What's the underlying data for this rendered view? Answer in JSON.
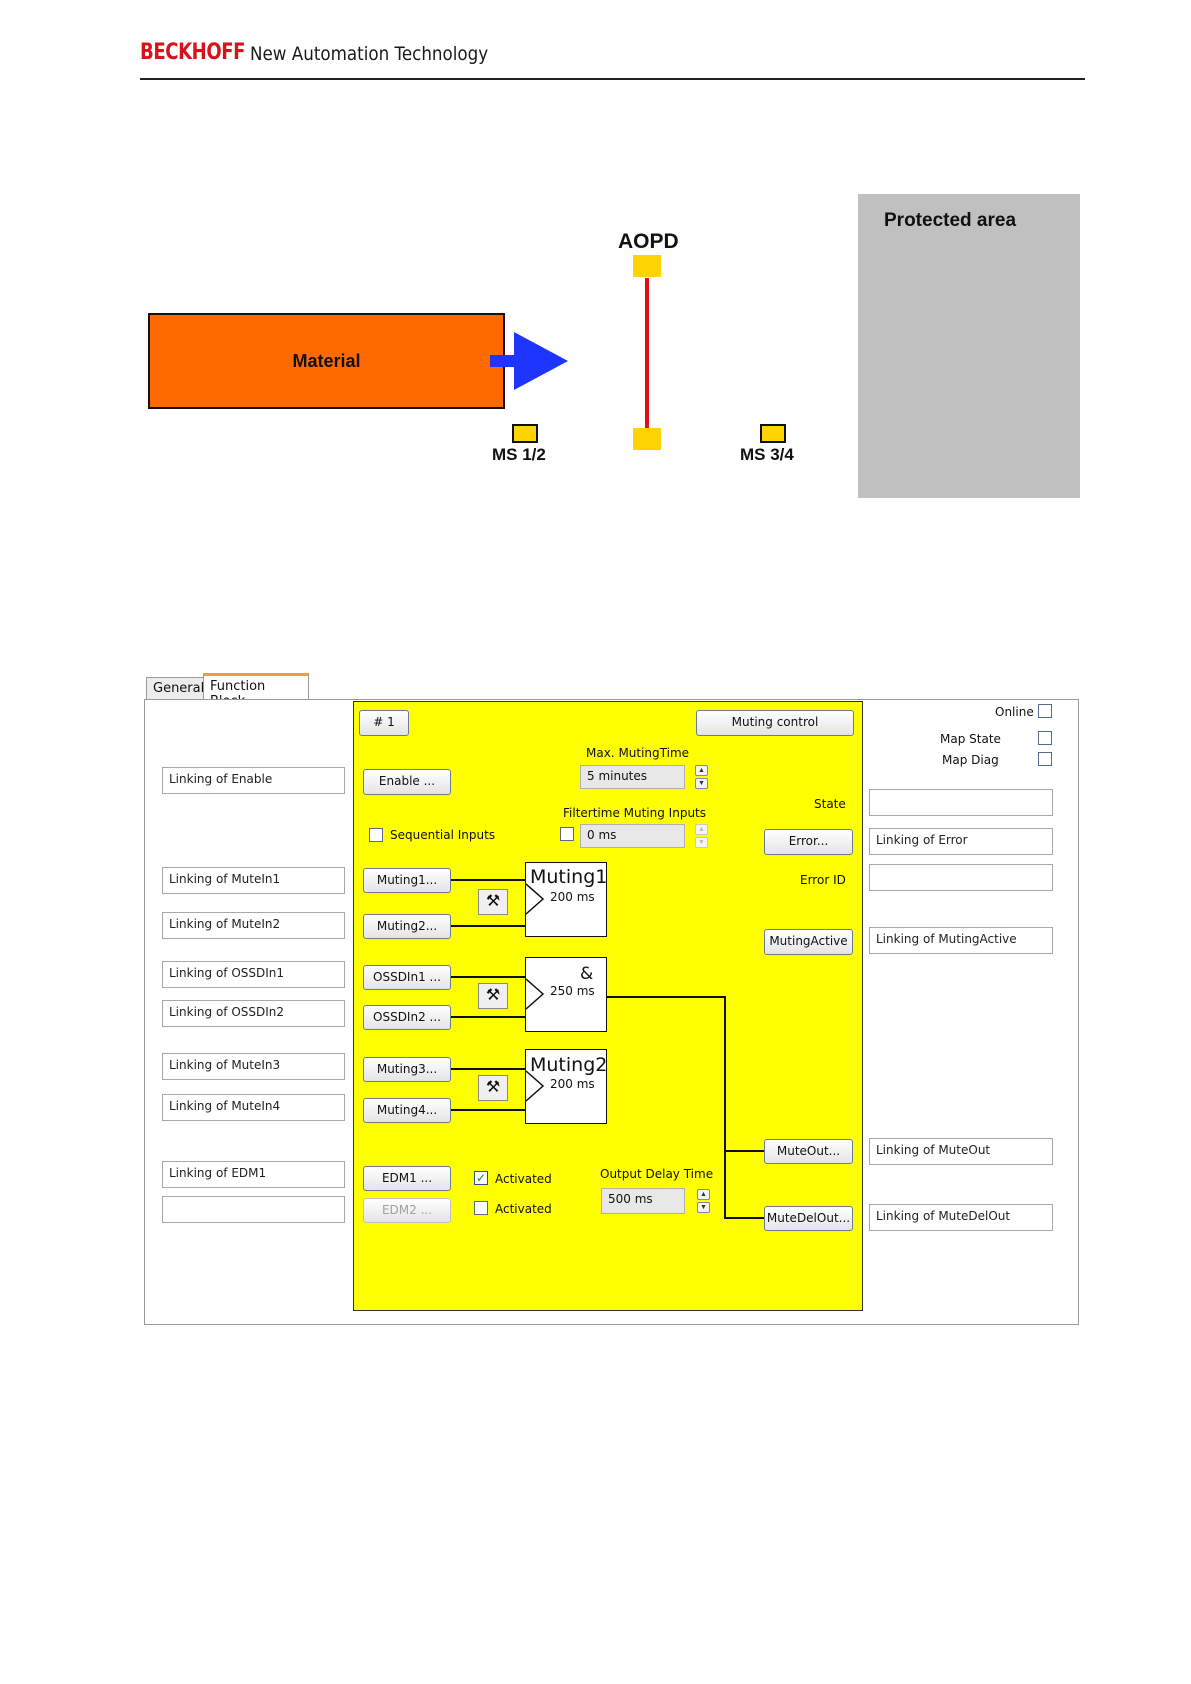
{
  "header": {
    "brand": "BECKHOFF",
    "tagline": "New Automation Technology"
  },
  "diagram": {
    "protected_area": "Protected area",
    "aopd": "AOPD",
    "material": "Material",
    "sensor_left": "MS 1/2",
    "sensor_right": "MS 3/4",
    "colors": {
      "material": "#ff6a00",
      "arrow": "#1d35ff",
      "beam": "#e0101a",
      "sensor": "#ffd400",
      "protected": "#c0c0c0"
    }
  },
  "tabs": [
    {
      "label": "General"
    },
    {
      "label": "Function Block",
      "active": true
    }
  ],
  "left_links": {
    "enable": "Linking of Enable",
    "mutein1": "Linking of MuteIn1",
    "mutein2": "Linking of MuteIn2",
    "ossdin1": "Linking of OSSDIn1",
    "ossdin2": "Linking of OSSDIn2",
    "mutein3": "Linking of MuteIn3",
    "mutein4": "Linking of MuteIn4",
    "edm1": "Linking of EDM1",
    "edm2": ""
  },
  "block": {
    "number": "# 1",
    "type": "Muting control",
    "max_muting_time_label": "Max. MutingTime",
    "max_muting_time_value": "5 minutes",
    "filtertime_label": "Filtertime Muting Inputs",
    "filtertime_value": "0 ms",
    "filtertime_checked": false,
    "sequential_inputs_label": "Sequential Inputs",
    "sequential_inputs_checked": false,
    "buttons": {
      "enable": "Enable ...",
      "muting1": "Muting1...",
      "muting2": "Muting2...",
      "ossdin1": "OSSDIn1 ...",
      "ossdin2": "OSSDIn2 ...",
      "muting3": "Muting3...",
      "muting4": "Muting4...",
      "edm1": "EDM1 ...",
      "edm2": "EDM2 ...",
      "error": "Error...",
      "muting_active": "MutingActive",
      "muteout": "MuteOut...",
      "mutedelout": "MuteDelOut..."
    },
    "fb_muting1": {
      "title": "Muting1",
      "time": "200 ms"
    },
    "fb_and": {
      "symbol": "&",
      "time": "250 ms"
    },
    "fb_muting2": {
      "title": "Muting2",
      "time": "200 ms"
    },
    "tool_icon": "⚒",
    "edm1_activated_label": "Activated",
    "edm1_activated": true,
    "edm2_activated_label": "Activated",
    "edm2_activated": false,
    "output_delay_label": "Output Delay Time",
    "output_delay_value": "500 ms",
    "state_label": "State",
    "error_id_label": "Error ID"
  },
  "right_panel": {
    "online_label": "Online",
    "online_checked": false,
    "map_state_label": "Map State",
    "map_state_checked": false,
    "map_diag_label": "Map Diag",
    "map_diag_checked": false,
    "state_value": "",
    "error_link": "Linking of Error",
    "error_id_value": "",
    "muting_active_link": "Linking of MutingActive",
    "muteout_link": "Linking of MuteOut",
    "mutedelout_link": "Linking of MuteDelOut"
  }
}
